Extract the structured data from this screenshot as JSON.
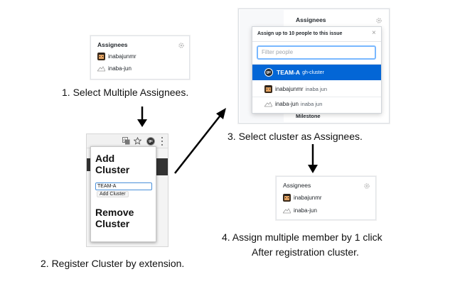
{
  "card1": {
    "title": "Assignees",
    "assignees": [
      {
        "login": "inabajunmr",
        "avatar": "pixel-avatar-icon"
      },
      {
        "login": "inaba-jun",
        "avatar": "mountain-avatar-icon"
      }
    ]
  },
  "step1": "1. Select Multiple Assignees.",
  "card2": {
    "icons": [
      "translate-icon",
      "star-icon",
      "gh-cluster-extension-icon",
      "kebab-menu-icon"
    ],
    "add_heading": "Add\nCluster",
    "input_value": "TEAM-A",
    "add_button": "Add Cluster",
    "remove_heading": "Remove\nCluster"
  },
  "step2": "2. Register Cluster by extension.",
  "card3": {
    "title": "Assignees",
    "popup_header": "Assign up to 10 people to this issue",
    "close_glyph": "×",
    "filter_placeholder": "Filter people",
    "options": [
      {
        "name": "TEAM-A",
        "sub": "gh-cluster",
        "badge": "gc",
        "selected": true
      },
      {
        "name": "inabajunmr",
        "sub": "inaba jun",
        "selected": false
      },
      {
        "name": "inaba-jun",
        "sub": "inaba jun",
        "selected": false
      }
    ],
    "milestone": "Milestone"
  },
  "step3": "3. Select cluster as Assignees.",
  "card4": {
    "title": "Assignees",
    "assignees": [
      {
        "login": "inabajunmr",
        "avatar": "pixel-avatar-icon"
      },
      {
        "login": "inaba-jun",
        "avatar": "mountain-avatar-icon"
      }
    ]
  },
  "step4": {
    "line1": "4. Assign multiple member by 1 click",
    "line2": "After registration cluster."
  },
  "colors": {
    "accent": "#0366d6",
    "focus": "#79b8ff",
    "text": "#24292e",
    "muted": "#586069"
  }
}
